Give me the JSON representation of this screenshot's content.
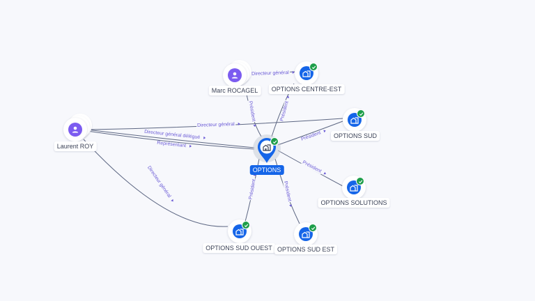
{
  "graph": {
    "center": {
      "label": "OPTIONS",
      "icon": "building-icon",
      "verified": true,
      "accent": "#1565e8"
    },
    "people": [
      {
        "id": "marc",
        "label": "Marc ROCAGEL",
        "icon": "person-icon"
      },
      {
        "id": "laurent",
        "label": "Laurent ROY",
        "icon": "person-icon"
      }
    ],
    "companies": [
      {
        "id": "centre_est",
        "label": "OPTIONS CENTRE-EST",
        "icon": "building-icon",
        "verified": true
      },
      {
        "id": "sud",
        "label": "OPTIONS SUD",
        "icon": "building-icon",
        "verified": true
      },
      {
        "id": "solutions",
        "label": "OPTIONS SOLUTIONS",
        "icon": "building-icon",
        "verified": true
      },
      {
        "id": "sud_ouest",
        "label": "OPTIONS SUD OUEST",
        "icon": "building-icon",
        "verified": true
      },
      {
        "id": "sud_est",
        "label": "OPTIONS SUD EST",
        "icon": "building-icon",
        "verified": true
      }
    ],
    "edges": [
      {
        "from": "marc",
        "to": "centre_est",
        "label": "Directeur général"
      },
      {
        "from": "marc",
        "to": "options",
        "label": "Président"
      },
      {
        "from": "options",
        "to": "centre_est",
        "label": "Président"
      },
      {
        "from": "laurent",
        "to": "sud",
        "label": "Directeur général"
      },
      {
        "from": "laurent",
        "to": "options",
        "label": "Directeur général délégué"
      },
      {
        "from": "laurent",
        "to": "options",
        "label": "Représentant"
      },
      {
        "from": "laurent",
        "to": "sud_ouest",
        "label": "Directeur général"
      },
      {
        "from": "options",
        "to": "sud",
        "label": "Président"
      },
      {
        "from": "options",
        "to": "solutions",
        "label": "Président"
      },
      {
        "from": "options",
        "to": "sud_ouest",
        "label": "Président"
      },
      {
        "from": "options",
        "to": "sud_est",
        "label": "Président"
      }
    ],
    "colors": {
      "person": "#7c5cf0",
      "company": "#1565e8",
      "verified": "#1e9e4a",
      "edge": "#5c6682",
      "edge_label": "#6b5bd6"
    }
  }
}
